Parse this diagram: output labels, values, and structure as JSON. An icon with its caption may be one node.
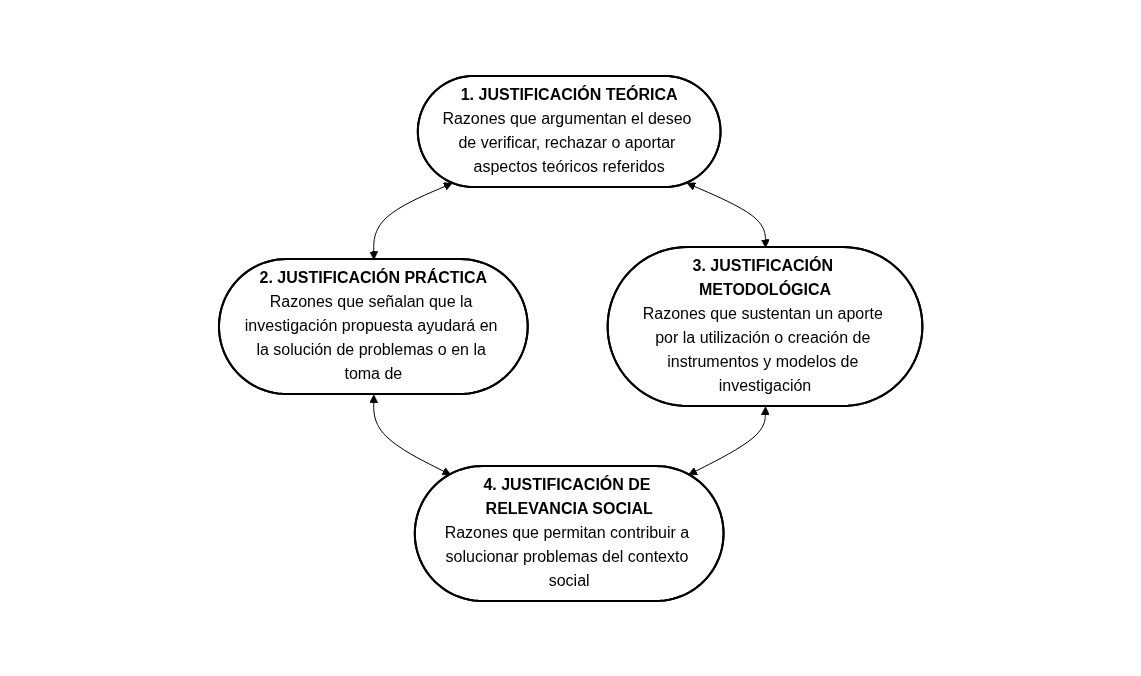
{
  "diagram": {
    "nodes": [
      {
        "text": [
          "1. JUSTIFICACIÓN TEÓRICA",
          "Razones que argumentan el deseo de verificar, rechazar o aportar aspectos teóricos referidos"
        ]
      },
      {
        "text": [
          "2. JUSTIFICACIÓN PRÁCTICA",
          "Razones que señalan que la investigación propuesta ayudará en la solución de problemas o en la toma de"
        ]
      },
      {
        "text": [
          "3. JUSTIFICACIÓN METODOLÓGICA",
          "Razones que sustentan un aporte por la utilización o creación de instrumentos y modelos de investigación"
        ]
      },
      {
        "text": [
          "4. JUSTIFICACIÓN DE RELEVANCIA SOCIAL",
          "Razones que permitan contribuir a solucionar problemas del contexto social"
        ]
      }
    ],
    "edges": [
      {
        "from": 0,
        "to": 1,
        "arrow": "both"
      },
      {
        "from": 0,
        "to": 2,
        "arrow": "both"
      },
      {
        "from": 1,
        "to": 3,
        "arrow": "both"
      },
      {
        "from": 2,
        "to": 3,
        "arrow": "both"
      }
    ]
  }
}
